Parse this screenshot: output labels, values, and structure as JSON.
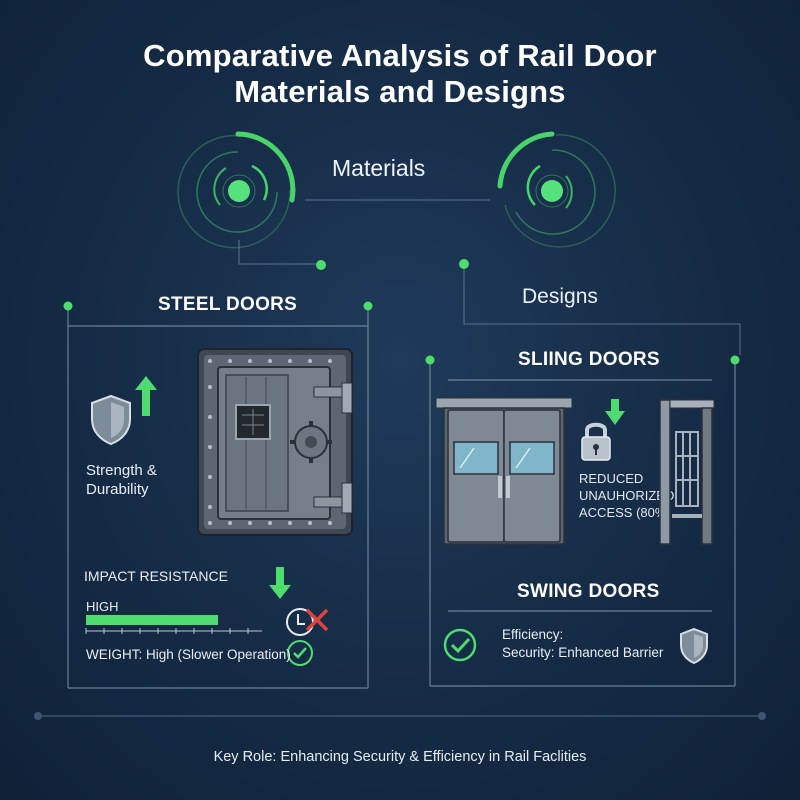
{
  "title": {
    "line1": "Comparative  Analysis of Rail Door",
    "line2": "Materials and Designs"
  },
  "branches": {
    "materials": "Materials",
    "designs": "Designs"
  },
  "steel": {
    "heading": "STEEL DOORS",
    "strength_line1": "Strength &",
    "strength_line2": "Durability",
    "impact_label": "IMPACT RESISTANCE",
    "impact_value": "HIGH",
    "impact_level": 0.75,
    "weight": "WEIGHT: High (Slower Operation)"
  },
  "sliding": {
    "heading": "SLIING DOORS",
    "reduced_line1": "REDUCED",
    "reduced_line2": "UNAUHORIZED",
    "reduced_line3": "ACCESS (80%)"
  },
  "swing": {
    "heading": "SWING DOORS",
    "efficiency": "Efficiency:",
    "security": "Security: Enhanced Barrier"
  },
  "footer": "Key Role: Enhancing Security & Efficiency in Rail Faclities",
  "colors": {
    "accent_green": "#4fdc6e",
    "panel_line": "#7f96ad",
    "background": "#152b45"
  }
}
